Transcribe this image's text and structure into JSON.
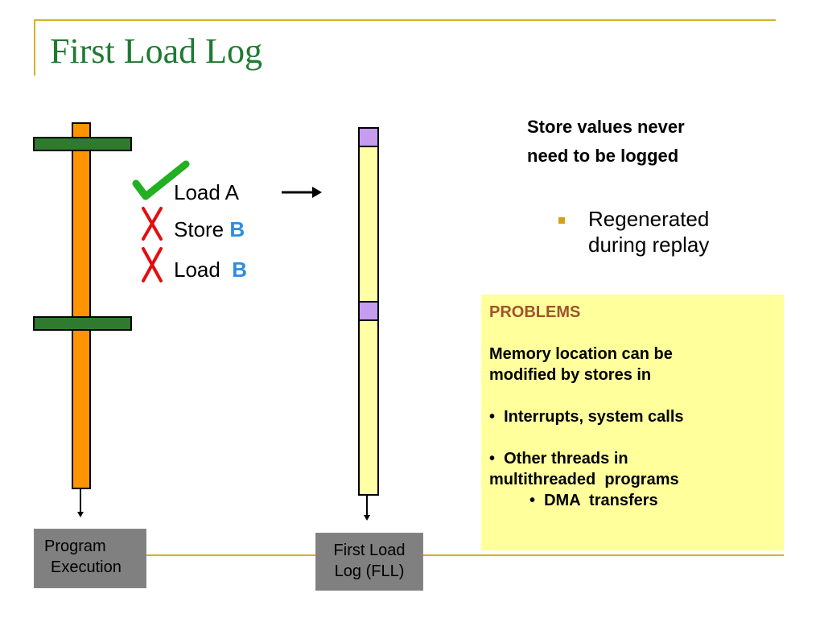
{
  "slide": {
    "title": "First Load Log"
  },
  "program_column": {
    "caption_line1": "Program",
    "caption_line2": "Execution"
  },
  "operations": [
    {
      "mark": "check-icon",
      "text": "Load A",
      "b_part": ""
    },
    {
      "mark": "cross-icon",
      "text": "Store ",
      "b_part": "B"
    },
    {
      "mark": "cross-icon",
      "text": "Load  ",
      "b_part": "B"
    }
  ],
  "fll_column": {
    "caption_line1": "First Load",
    "caption_line2": "Log (FLL)"
  },
  "note": {
    "line1": "Store values never",
    "line2": "need to be logged",
    "bullet_line1": "Regenerated",
    "bullet_line2": "during replay"
  },
  "problems": {
    "heading": "PROBLEMS",
    "intro_line1": "Memory location can be",
    "intro_line2": "modified by stores in",
    "item1": "•  Interrupts, system calls",
    "item2_line1": "•  Other threads in",
    "item2_line2": "multithreaded  programs",
    "item3": "•  DMA  transfers"
  },
  "colors": {
    "title": "#1F7A32",
    "accent_line": "#D4B02E",
    "execution_bar": "#FF9300",
    "sync_bar": "#2F7A2F",
    "fll_bar": "#FFFFA6",
    "fll_entry": "#C69CF0",
    "check": "#22B022",
    "cross": "#E01010",
    "highlight_b": "#2E8CE0",
    "problems_bg": "#FFFF9C",
    "problems_heading": "#A0522D"
  }
}
